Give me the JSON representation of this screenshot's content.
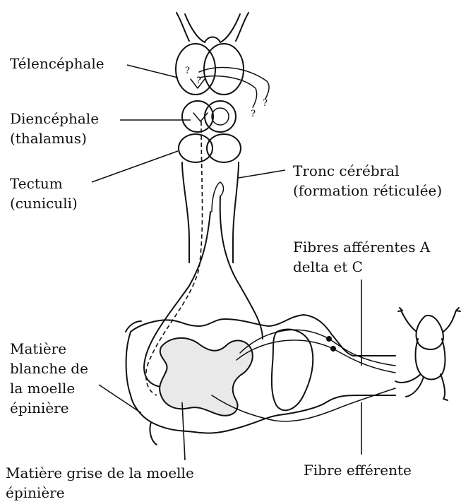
{
  "labels": {
    "telencephale": "Télencéphale",
    "diencephale": "Diencéphale",
    "thalamus": "(thalamus)",
    "tectum": "Tectum",
    "cuniculi": "(cuniculi)",
    "tronc_1": "Tronc cérébral",
    "tronc_2": "(formation réticulée)",
    "fibres_aff_1": "Fibres afférentes A",
    "fibres_aff_2": "delta et C",
    "blanche_1": "Matière",
    "blanche_2": "blanche de",
    "blanche_3": "la moelle",
    "blanche_4": "épinière",
    "grise_1": "Matière grise de la moelle",
    "grise_2": "épinière",
    "efferente": "Fibre efférente"
  },
  "question_mark": "?"
}
